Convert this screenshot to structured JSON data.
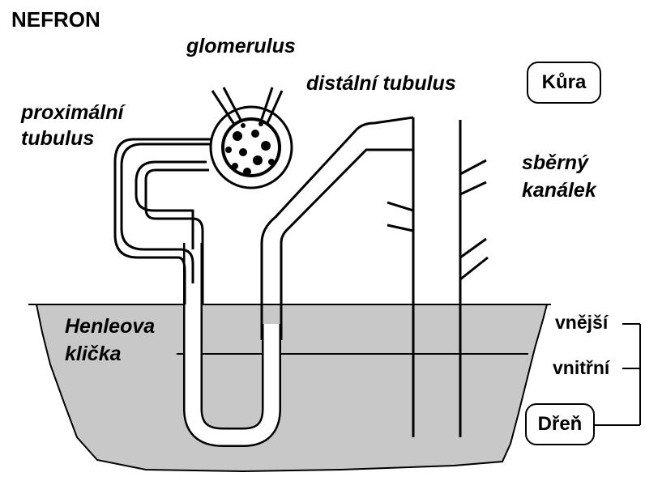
{
  "title": "NEFRON",
  "labels": {
    "glomerulus": "glomerulus",
    "distal": "distální tubulus",
    "proximal_1": "proximální",
    "proximal_2": "tubulus",
    "collecting_1": "sběrný",
    "collecting_2": "kanálek",
    "henle_1": "Henleova",
    "henle_2": "klička",
    "outer": "vnější",
    "inner": "vnitřní"
  },
  "zones": {
    "cortex": "Kůra",
    "medulla": "Dřeň"
  },
  "colors": {
    "medulla_fill": "#c8c8c8",
    "line": "#000000",
    "background": "#ffffff"
  }
}
